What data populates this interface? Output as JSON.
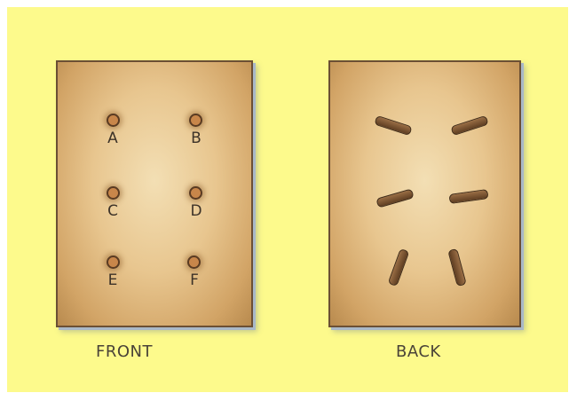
{
  "front": {
    "caption": "FRONT",
    "holes": [
      {
        "label": "A"
      },
      {
        "label": "B"
      },
      {
        "label": "C"
      },
      {
        "label": "D"
      },
      {
        "label": "E"
      },
      {
        "label": "F"
      }
    ]
  },
  "back": {
    "caption": "BACK",
    "lace_segments": 6
  },
  "colors": {
    "background": "#fdfa8c",
    "board": "#e8c68f",
    "board_edge": "#6b4f34",
    "lace": "#7a5232",
    "label_text": "#3c3228"
  }
}
